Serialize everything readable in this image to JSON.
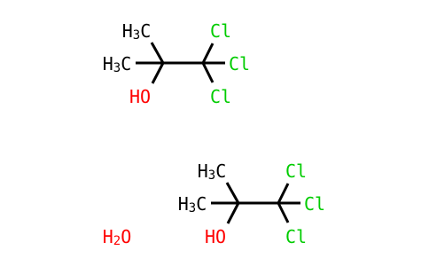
{
  "colors": {
    "carbon": "#000000",
    "oxygen": "#ff0000",
    "chlorine": "#00cc00",
    "bond": "#000000"
  },
  "molecule_1": {
    "methyl_top": "H3C",
    "methyl_left": "H3C",
    "hydroxyl": "HO",
    "chlorine_top": "Cl",
    "chlorine_right": "Cl",
    "chlorine_bottom": "Cl"
  },
  "molecule_2": {
    "methyl_top": "H3C",
    "methyl_left": "H3C",
    "hydroxyl": "HO",
    "chlorine_top": "Cl",
    "chlorine_right": "Cl",
    "chlorine_bottom": "Cl"
  },
  "water": "H2O"
}
